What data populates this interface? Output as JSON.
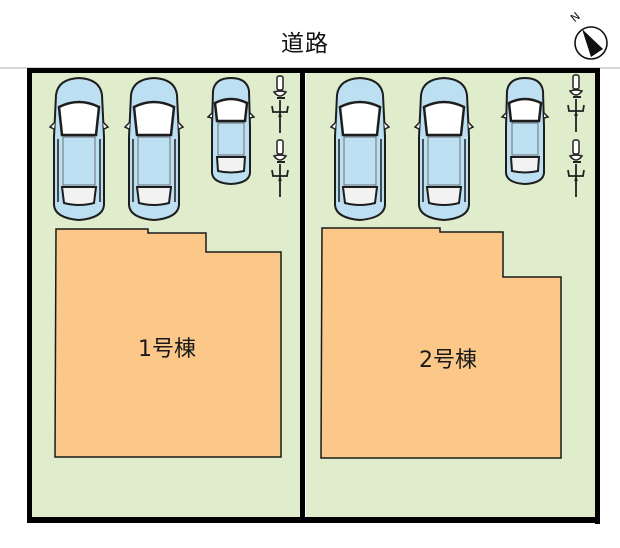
{
  "road": {
    "label": "道路"
  },
  "compass": {
    "label": "N",
    "icon": "north-arrow-icon"
  },
  "colors": {
    "lot_fill": "#e0edcc",
    "building_fill": "#fcc88a",
    "border": "#000000",
    "car_body": "#bcdff2",
    "car_window": "#ffffff"
  },
  "lots": [
    {
      "id": "lot-1",
      "building_label": "1号棟",
      "parking": {
        "cars": 2,
        "compact_cars": 1,
        "bicycles": 2
      }
    },
    {
      "id": "lot-2",
      "building_label": "2号棟",
      "parking": {
        "cars": 2,
        "compact_cars": 1,
        "bicycles": 2
      }
    }
  ]
}
